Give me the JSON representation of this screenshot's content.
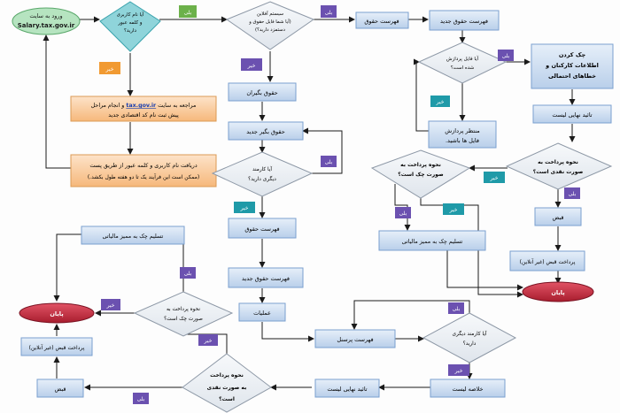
{
  "colors": {
    "box_fill": "#c9dcf2",
    "box_stroke": "#7aa0cf",
    "diamond_fill": "#e8edf3",
    "start_fill": "#a9dfb4",
    "gov_fill": "#7fcfd6",
    "orange_fill": "#f9c89a",
    "end_fill": "#c8283b",
    "yes_tag": "#6b51b0",
    "no_tag": "#1f9aa8",
    "orange_tag": "#f19a32",
    "green_tag": "#6cb14a",
    "line": "#1a1a1a"
  },
  "nodes": {
    "start": {
      "line1": "ورود به سایت",
      "line2": "Salary.tax.gov.ir"
    },
    "d_username": {
      "line1": "آیا نام کاربری",
      "line2": "و کلمه عبور",
      "line3": "دارید؟"
    },
    "d_online": {
      "line1": "سیستم آفلاین",
      "line2": "(آیا شما فایل حقوق و",
      "line3": "دستمزد دارید؟)"
    },
    "fehrest_hoghoogh_top": {
      "text": "فهرست حقوق"
    },
    "fehrest_hoghoogh_jadid_top": {
      "text": "فهرست حقوق جدید"
    },
    "d_file_processed": {
      "line1": "آیا فایل پردازش",
      "line2": "شده است؟"
    },
    "check_box": {
      "line1": "چک کردن",
      "line2": "اطلاعات کارکنان و",
      "line3": "خطاهای احتمالی"
    },
    "wait_box": {
      "line1": "منتظر پردازش",
      "line2": "فایل ها باشید."
    },
    "final_approval_right": {
      "text": "تائید نهایی لیست"
    },
    "register_site": {
      "line1": "مراجعه به سایت",
      "link": "tax.gov.ir",
      "line1b": "و انجام مراحل",
      "line2": "پیش ثبت نام کد اقتصادی جدید"
    },
    "receive_user": {
      "line1": "دریافت نام کاربری و کلمه عبور از طریق پست",
      "line2": "(ممکن است این فرآیند یک تا دو هفته طول بکشد.)"
    },
    "hoghoogh_begiran": {
      "text": "حقوق بگیران"
    },
    "hoghoogh_begir_jadid": {
      "text": "حقوق بگیر جدید"
    },
    "d_other_employee_left": {
      "line1": "آیا کارمند",
      "line2": "دیگری دارید؟"
    },
    "fehrest_hoghoogh_mid": {
      "text": "فهرست حقوق"
    },
    "fehrest_hoghoogh_jadid_mid": {
      "text": "فهرست حقوق جدید"
    },
    "amaliat": {
      "text": "عملیات"
    },
    "fehrest_personnel": {
      "text": "فهرست پرسنل"
    },
    "d_other_employee_right": {
      "line1": "آیا کارمند دیگری",
      "line2": "دارید؟"
    },
    "kholase_list": {
      "text": "خلاصه لیست"
    },
    "final_approval_bottom": {
      "text": "تائید نهایی لیست"
    },
    "d_cash_bottom": {
      "line1": "نحوه پرداخت",
      "line2": "به صورت نقدی",
      "line3": "است؟"
    },
    "ghabz_bottom": {
      "text": "قبض"
    },
    "pay_ghabz_bottom": {
      "text": "پرداخت قبض (غیر آنلاین)"
    },
    "end_left": {
      "text": "پایان"
    },
    "d_check_bottom": {
      "line1": "نحوه پرداخت به",
      "line2": "صورت چک است؟"
    },
    "taslim_chek_left": {
      "text": "تسلیم چک به ممیز مالیاتی"
    },
    "d_cash_right": {
      "line1": "نحوه پرداخت به",
      "line2": "صورت نقدی است؟"
    },
    "d_check_right": {
      "line1": "نحوه پرداخت به",
      "line2": "صورت چک است؟"
    },
    "ghabz_right": {
      "text": "قبض"
    },
    "taslim_chek_right": {
      "text": "تسلیم چک به ممیز مالیاتی"
    },
    "pay_ghabz_right": {
      "text": "پرداخت قبض (غیر آنلاین)"
    },
    "end_right": {
      "text": "پایان"
    }
  },
  "tags": {
    "yes": "بلی",
    "no": "خیر"
  }
}
